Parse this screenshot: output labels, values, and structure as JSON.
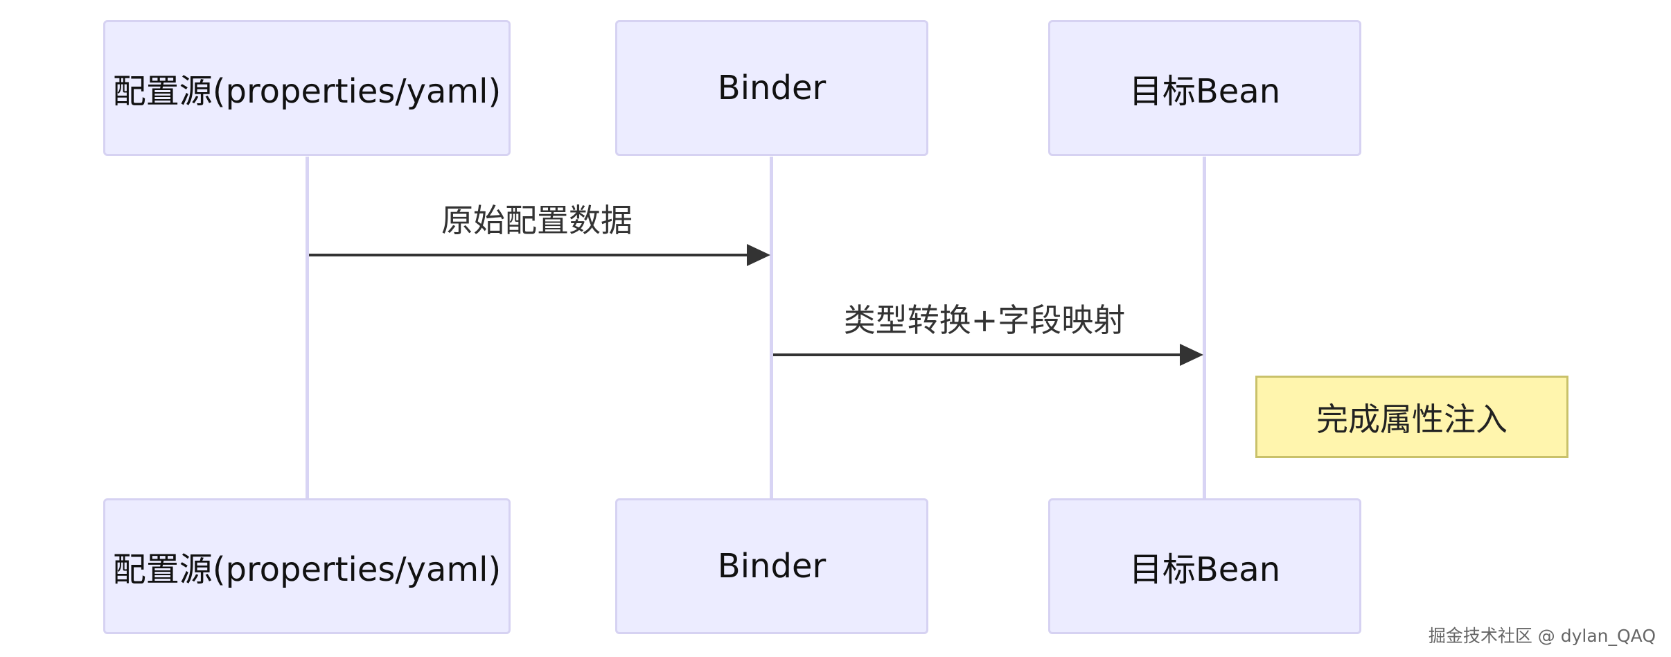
{
  "participants": [
    {
      "label": "配置源(properties/yaml)"
    },
    {
      "label": "Binder"
    },
    {
      "label": "目标Bean"
    }
  ],
  "messages": [
    {
      "from": "配置源(properties/yaml)",
      "to": "Binder",
      "label": "原始配置数据"
    },
    {
      "from": "Binder",
      "to": "目标Bean",
      "label": "类型转换+字段映射"
    }
  ],
  "note": {
    "over": "目标Bean",
    "label": "完成属性注入"
  },
  "watermark": "掘金技术社区 @ dylan_QAQ",
  "colors": {
    "actor_fill": "#ececff",
    "actor_border": "#d6d2f2",
    "lifeline": "#d8d4f4",
    "arrow": "#333333",
    "note_fill": "#fff5ad",
    "note_border": "#c9c16a"
  }
}
